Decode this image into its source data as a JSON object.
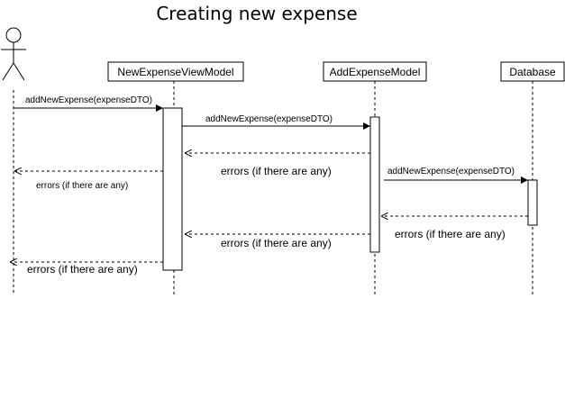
{
  "title": "Creating new expense",
  "participants": {
    "view_model": "NewExpenseViewModel",
    "add_model": "AddExpenseModel",
    "database": "Database"
  },
  "messages": {
    "call_1": "addNewExpense(expenseDTO)",
    "call_2": "addNewExpense(expenseDTO)",
    "call_3": "addNewExpense(expenseDTO)",
    "return_1": "errors (if there are any)",
    "return_2": "errors (if there are any)",
    "return_3": "errors (if there are any)",
    "return_4": "errors (if there are any)",
    "return_5": "errors (if there are any)"
  }
}
